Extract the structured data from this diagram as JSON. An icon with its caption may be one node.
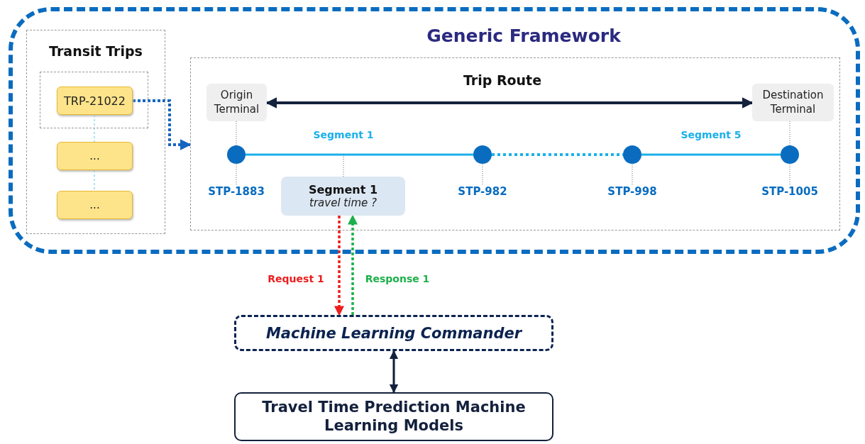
{
  "diagram": {
    "nodes": [
      {
        "text": [
          "Generic Framework"
        ]
      },
      {
        "text": [
          "Transit Trips"
        ],
        "in": 0
      },
      {
        "text": [],
        "shape": "box",
        "in": 1
      },
      {
        "text": [
          "TRP-21022"
        ],
        "in": 2
      },
      {
        "text": [
          "..."
        ],
        "in": 1
      },
      {
        "text": [
          "..."
        ],
        "in": 1
      },
      {
        "text": [
          "Trip Route"
        ],
        "in": 0
      },
      {
        "text": [
          "Origin Terminal"
        ],
        "in": 6
      },
      {
        "text": [
          "Destination Terminal"
        ],
        "in": 6
      },
      {
        "text": [],
        "shape": "circle",
        "in": 6
      },
      {
        "text": [],
        "shape": "circle",
        "in": 6
      },
      {
        "text": [],
        "shape": "circle",
        "in": 6
      },
      {
        "text": [],
        "shape": "circle",
        "in": 6
      },
      {
        "text": [
          "Segment 1",
          "travel time ?"
        ],
        "in": 6
      },
      {
        "text": [
          "Machine Learning Commander"
        ]
      },
      {
        "text": [
          "Travel Time Prediction Machine Learning Models"
        ]
      },
      {
        "text": [
          "STP-1883"
        ],
        "in": 6
      },
      {
        "text": [
          "STP-982"
        ],
        "in": 6
      },
      {
        "text": [
          "STP-998"
        ],
        "in": 6
      },
      {
        "text": [
          "STP-1005"
        ],
        "in": 6
      }
    ],
    "edges": [
      {
        "from": 3,
        "to": 6,
        "arrow": "to",
        "style": "dashed",
        "color": "#1565c0"
      },
      {
        "from": 7,
        "to": 8,
        "arrow": "both",
        "style": "thick"
      },
      {
        "from": 3,
        "to": 4,
        "arrow": "none",
        "style": "dashed",
        "color": "#5bc8e0"
      },
      {
        "from": 4,
        "to": 5,
        "arrow": "none",
        "style": "dashed",
        "color": "#5bc8e0"
      },
      {
        "from": 7,
        "to": 9,
        "arrow": "none",
        "style": "dashed",
        "color": "#666666"
      },
      {
        "from": 8,
        "to": 12,
        "arrow": "none",
        "style": "dashed",
        "color": "#666666"
      },
      {
        "from": 9,
        "to": 10,
        "arrow": "none",
        "label": "Segment 1",
        "style": "thick",
        "color": "#1ab0ec"
      },
      {
        "from": 10,
        "to": 11,
        "arrow": "none",
        "style": "dashed",
        "color": "#1ab0ec"
      },
      {
        "from": 11,
        "to": 12,
        "arrow": "none",
        "label": "Segment 5",
        "style": "thick",
        "color": "#1ab0ec"
      },
      {
        "from": 13,
        "to": null,
        "arrow": "none",
        "style": "dashed",
        "color": "#666666"
      },
      {
        "from": 13,
        "to": 14,
        "arrow": "to",
        "label": "Request 1",
        "style": "dashed",
        "color": "#ee1c1c"
      },
      {
        "from": 14,
        "to": 13,
        "arrow": "to",
        "label": "Response 1",
        "style": "dashed",
        "color": "#1db04b"
      },
      {
        "from": 14,
        "to": 15,
        "arrow": "both",
        "style": "thick"
      },
      {
        "from": 16,
        "to": 9,
        "arrow": "none",
        "style": "dashed",
        "color": "#666666"
      },
      {
        "from": 17,
        "to": 10,
        "arrow": "none",
        "style": "dashed",
        "color": "#666666"
      },
      {
        "from": 18,
        "to": 11,
        "arrow": "none",
        "style": "dashed",
        "color": "#666666"
      },
      {
        "from": 19,
        "to": 12,
        "arrow": "none",
        "style": "dashed",
        "color": "#666666"
      }
    ]
  }
}
